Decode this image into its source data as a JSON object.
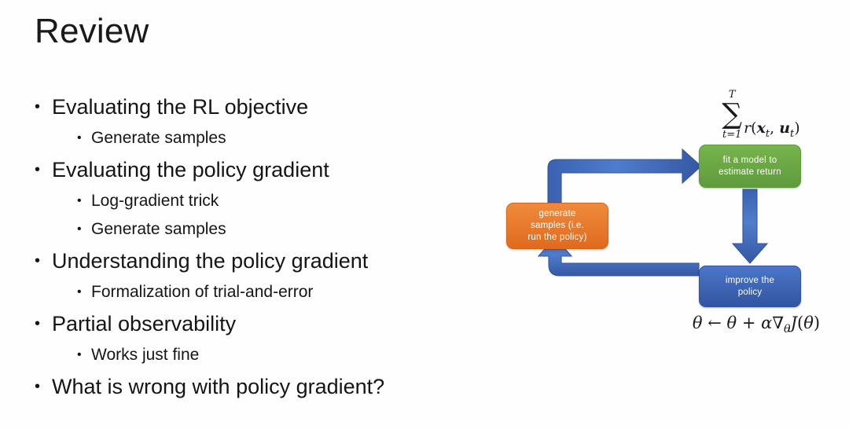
{
  "slide": {
    "title": "Review",
    "background_color": "#ffffff",
    "text_color": "#151515"
  },
  "bullets": [
    {
      "level": 1,
      "marker": "•",
      "text": "Evaluating the RL objective"
    },
    {
      "level": 2,
      "marker": "•",
      "text": "Generate samples"
    },
    {
      "level": 1,
      "marker": "•",
      "text": "Evaluating the policy gradient"
    },
    {
      "level": 2,
      "marker": "•",
      "text": "Log-gradient trick"
    },
    {
      "level": 2,
      "marker": "•",
      "text": "Generate samples"
    },
    {
      "level": 1,
      "marker": "•",
      "text": "Understanding the policy gradient"
    },
    {
      "level": 2,
      "marker": "•",
      "text": "Formalization of trial-and-error"
    },
    {
      "level": 1,
      "marker": "•",
      "text": "Partial observability"
    },
    {
      "level": 2,
      "marker": "•",
      "text": "Works just fine"
    },
    {
      "level": 1,
      "marker": "•",
      "text": "What is wrong with policy gradient?"
    }
  ],
  "diagram": {
    "name": "rl-anatomy-cycle",
    "nodes": {
      "fit_model": {
        "lines": [
          "fit a model to",
          "estimate return"
        ],
        "color": "#6aa843",
        "border_color": "#5e9a3c",
        "text_color": "#ffffff"
      },
      "generate_samples": {
        "lines": [
          "generate",
          "samples (i.e.",
          "run the policy)"
        ],
        "color": "#e8762c",
        "border_color": "#d4661f",
        "text_color": "#ffffff"
      },
      "improve_policy": {
        "lines": [
          "improve the",
          "policy"
        ],
        "color": "#3b64b4",
        "border_color": "#2f55a3",
        "text_color": "#ffffff"
      }
    },
    "arrow_color": "#4472c4",
    "arrow_edge_color": "#3a62b0",
    "arrows": [
      {
        "name": "samples-to-fit",
        "from": "generate_samples",
        "to": "fit_model"
      },
      {
        "name": "fit-to-improve",
        "from": "fit_model",
        "to": "improve_policy"
      },
      {
        "name": "improve-to-samples",
        "from": "improve_policy",
        "to": "generate_samples"
      }
    ],
    "formulas": {
      "return": {
        "sum_upper": "T",
        "sum_glyph": "∑",
        "sum_lower": "t=1",
        "body_r": "r",
        "body_open": "(",
        "body_x": "x",
        "body_x_sub": "t",
        "body_comma": ", ",
        "body_u": "u",
        "body_u_sub": "t",
        "body_close": ")",
        "plain": "∑_{t=1}^{T} r(x_t, u_t)"
      },
      "update": {
        "theta": "θ",
        "arrow": "←",
        "plus": "+",
        "alpha": "α",
        "nabla": "∇",
        "nabla_sub": "θ",
        "J": "J",
        "plain": "θ ← θ + α∇_θ J(θ)"
      }
    }
  }
}
